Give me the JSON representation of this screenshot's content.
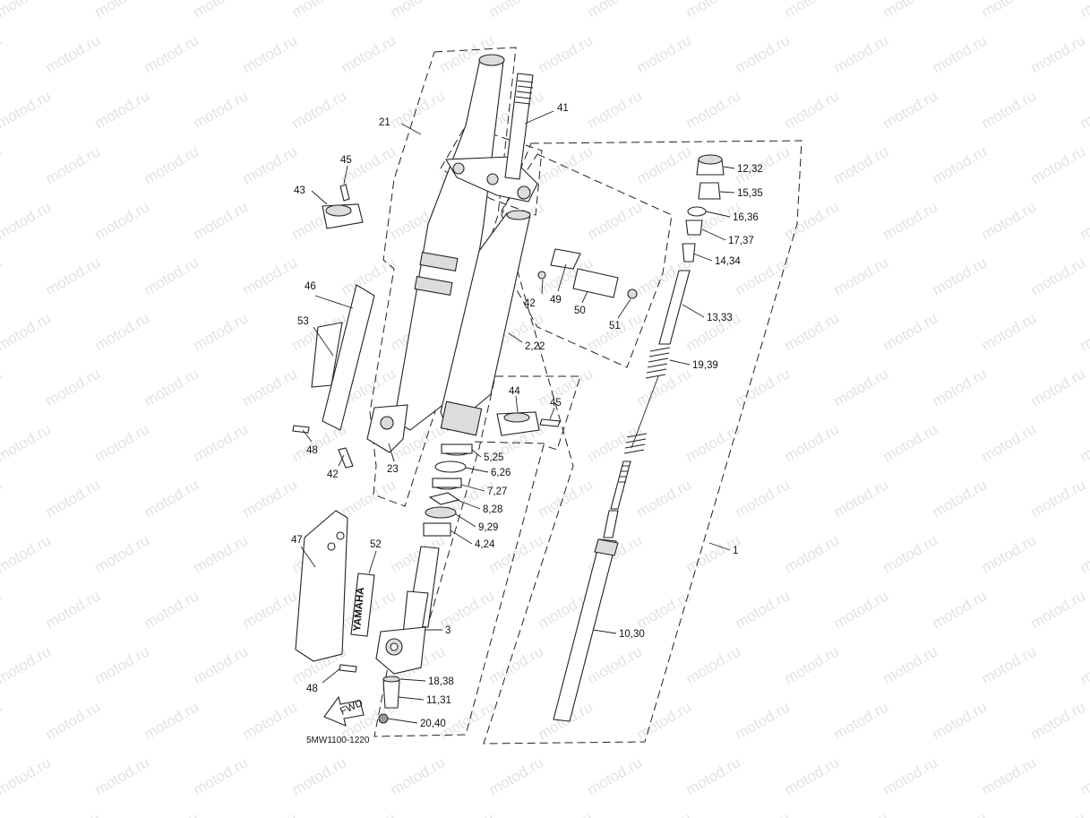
{
  "watermark": "motod.ru",
  "diagram_code": "5MW1100-1220",
  "fwd_text": "FWD",
  "brand_text": "YAMAHA",
  "callouts": [
    {
      "id": "c21",
      "text": "21"
    },
    {
      "id": "c41",
      "text": "41"
    },
    {
      "id": "c45a",
      "text": "45"
    },
    {
      "id": "c43",
      "text": "43"
    },
    {
      "id": "c12",
      "text": "12,32"
    },
    {
      "id": "c15",
      "text": "15,35"
    },
    {
      "id": "c16",
      "text": "16,36"
    },
    {
      "id": "c17",
      "text": "17,37"
    },
    {
      "id": "c14",
      "text": "14,34"
    },
    {
      "id": "c13",
      "text": "13,33"
    },
    {
      "id": "c19",
      "text": "19,39"
    },
    {
      "id": "c46",
      "text": "46"
    },
    {
      "id": "c53",
      "text": "53"
    },
    {
      "id": "c42a",
      "text": "42"
    },
    {
      "id": "c49",
      "text": "49"
    },
    {
      "id": "c50",
      "text": "50"
    },
    {
      "id": "c51",
      "text": "51"
    },
    {
      "id": "c2",
      "text": "2,22"
    },
    {
      "id": "c44",
      "text": "44"
    },
    {
      "id": "c45b",
      "text": "45"
    },
    {
      "id": "c48a",
      "text": "48"
    },
    {
      "id": "c42b",
      "text": "42"
    },
    {
      "id": "c23",
      "text": "23"
    },
    {
      "id": "c5",
      "text": "5,25"
    },
    {
      "id": "c6",
      "text": "6,26"
    },
    {
      "id": "c7",
      "text": "7,27"
    },
    {
      "id": "c8",
      "text": "8,28"
    },
    {
      "id": "c9",
      "text": "9,29"
    },
    {
      "id": "c4",
      "text": "4,24"
    },
    {
      "id": "c1",
      "text": "1"
    },
    {
      "id": "c47",
      "text": "47"
    },
    {
      "id": "c52",
      "text": "52"
    },
    {
      "id": "c3",
      "text": "3"
    },
    {
      "id": "c10",
      "text": "10,30"
    },
    {
      "id": "c48b",
      "text": "48"
    },
    {
      "id": "c18",
      "text": "18,38"
    },
    {
      "id": "c11",
      "text": "11,31"
    },
    {
      "id": "c20",
      "text": "20,40"
    }
  ]
}
